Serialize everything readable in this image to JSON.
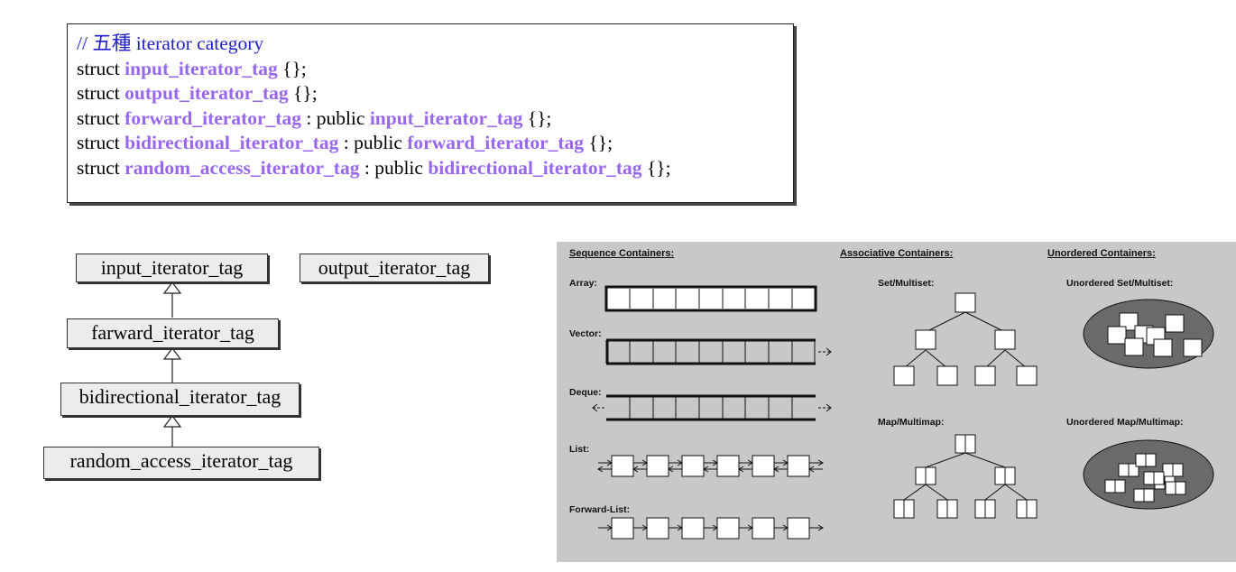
{
  "code": {
    "comment": "// 五種 iterator category",
    "lines": [
      {
        "kw": "struct",
        "tag": "input_iterator_tag",
        "rest": " {};"
      },
      {
        "kw": "struct",
        "tag": "output_iterator_tag",
        "rest": " {};"
      },
      {
        "kw": "struct",
        "tag": "forward_iterator_tag",
        "mid": " : public ",
        "base": "input_iterator_tag",
        "rest": " {};"
      },
      {
        "kw": "struct",
        "tag": "bidirectional_iterator_tag",
        "mid": " : public ",
        "base": "forward_iterator_tag",
        "rest": " {};"
      },
      {
        "kw": "struct",
        "tag": "random_access_iterator_tag",
        "mid": " : public ",
        "base": "bidirectional_iterator_tag",
        "rest": " {};"
      }
    ]
  },
  "hierarchy": {
    "input": "input_iterator_tag",
    "output": "output_iterator_tag",
    "forward": "farward_iterator_tag",
    "bidirectional": "bidirectional_iterator_tag",
    "random": "random_access_iterator_tag"
  },
  "containers": {
    "sequence_heading": "Sequence Containers:",
    "associative_heading": "Associative Containers:",
    "unordered_heading": "Unordered Containers:",
    "array": "Array:",
    "vector": "Vector:",
    "deque": "Deque:",
    "list": "List:",
    "forward_list": "Forward-List:",
    "set": "Set/Multiset:",
    "map": "Map/Multimap:",
    "uset": "Unordered Set/Multiset:",
    "umap": "Unordered Map/Multimap:"
  },
  "colors": {
    "tag": "#9966ee",
    "comment": "#1f1fcc",
    "panel": "#c8c8c8",
    "ellipse": "#6a6a6a"
  }
}
